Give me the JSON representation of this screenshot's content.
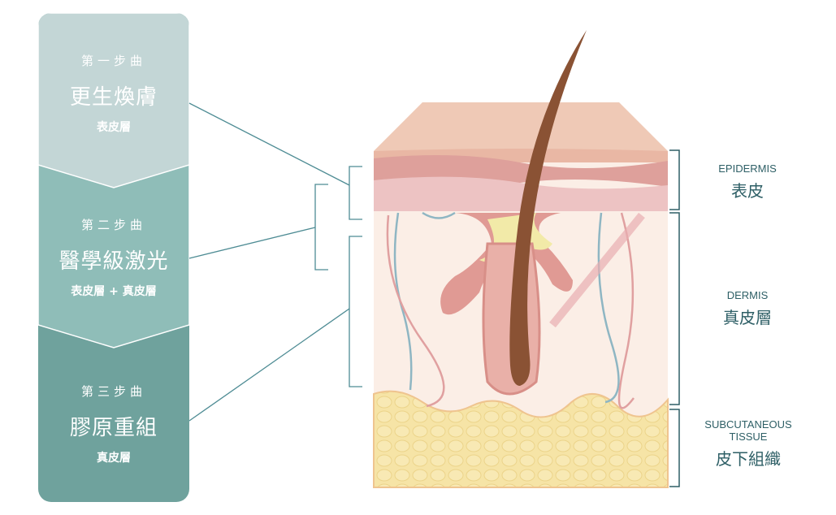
{
  "steps": [
    {
      "number": "第一步曲",
      "title": "更生煥膚",
      "layer": "表皮層"
    },
    {
      "number": "第二步曲",
      "title": "醫學級激光",
      "layer": "表皮層 + 真皮層"
    },
    {
      "number": "第三步曲",
      "title": "膠原重組",
      "layer": "真皮層"
    }
  ],
  "layers": [
    {
      "en": "EPIDERMIS",
      "zh": "表皮"
    },
    {
      "en": "DERMIS",
      "zh": "真皮層"
    },
    {
      "en": "SUBCUTANEOUS TISSUE",
      "zh": "皮下組織"
    }
  ],
  "colors": {
    "step1": "#c3d6d6",
    "step2": "#8fbdb8",
    "step3": "#6fa29d",
    "label": "#2e5f66",
    "connector": "#4e8c94"
  }
}
